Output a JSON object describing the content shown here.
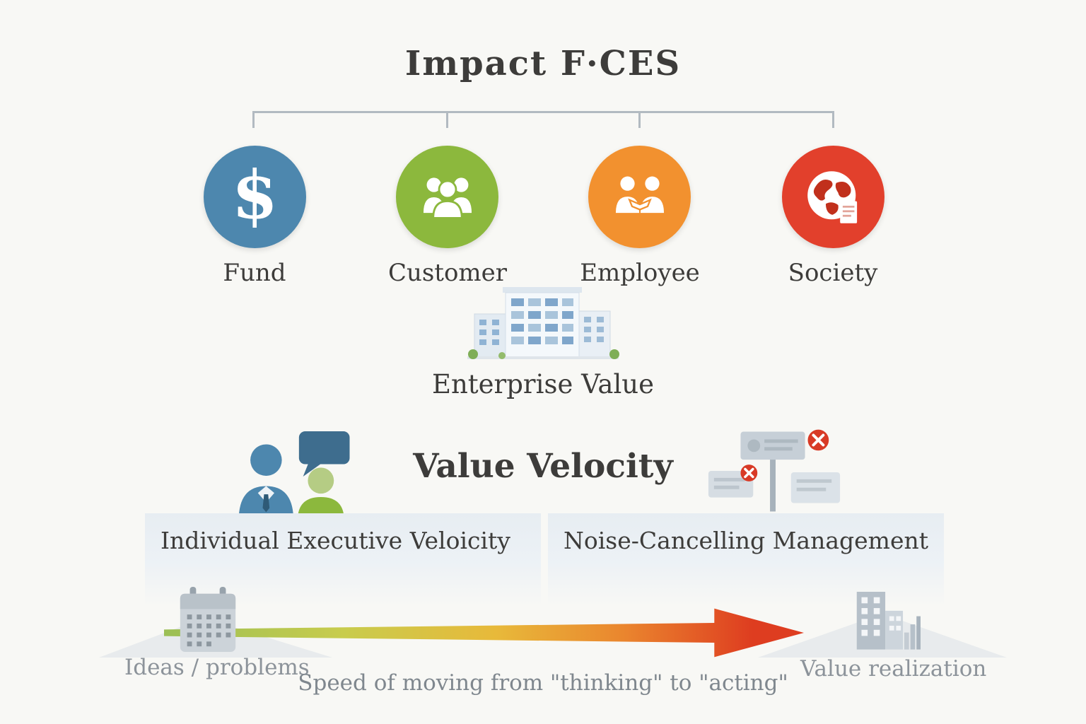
{
  "title": "Impact F·CES",
  "forces": [
    {
      "label": "Fund",
      "color": "#4d87ae",
      "icon": "dollar-icon",
      "glyph": "$"
    },
    {
      "label": "Customer",
      "color": "#8cb83d",
      "icon": "people-group-icon"
    },
    {
      "label": "Employee",
      "color": "#f2912f",
      "icon": "handshake-people-icon"
    },
    {
      "label": "Society",
      "color": "#e2402c",
      "icon": "globe-icon"
    }
  ],
  "enterprise": {
    "label": "Enterprise Value"
  },
  "velocity": {
    "title": "Value Velocity",
    "panels": [
      {
        "label": "Individual Executive Veloicity"
      },
      {
        "label": "Noise-Cancelling Management"
      }
    ]
  },
  "timeline": {
    "start_label": "Ideas / problems",
    "end_label": "Value realization",
    "caption": "Speed of moving from \"thinking\" to \"acting\"",
    "gradient": [
      "#9bbf55",
      "#e8b93a",
      "#ea852e",
      "#de3d20"
    ]
  }
}
